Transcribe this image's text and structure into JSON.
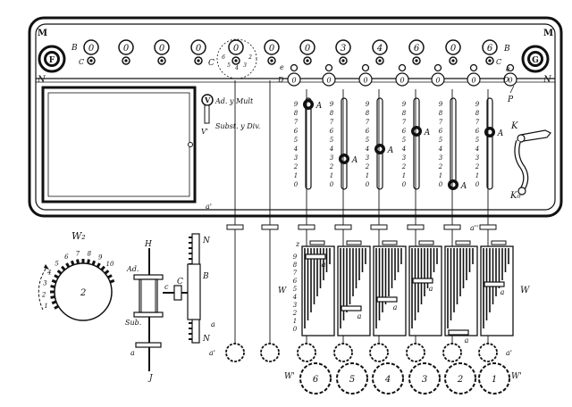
{
  "machine": {
    "corner_labels": {
      "left": "M",
      "right": "M"
    },
    "left_knob_letter": "F",
    "right_knob_letter": "G",
    "edge_labels": {
      "left": "N",
      "right": "N"
    },
    "result_dials": [
      "0",
      "0",
      "0",
      "0",
      "0",
      "0",
      "0",
      "0",
      "3",
      "4",
      "6",
      "0",
      "6"
    ],
    "dial_row_labels": {
      "left_b": "B",
      "left_c": "C",
      "mid_c": "C",
      "right_b": "B",
      "right_c": "C"
    },
    "small_dials": [
      "0",
      "0",
      "0",
      "0",
      "0",
      "0",
      "0",
      "0"
    ],
    "small_dial_labels": {
      "e_left": "e",
      "d_left": "D",
      "e_right": "e",
      "d_right": "D",
      "p": "P"
    },
    "mode_switch": {
      "letter": "V",
      "letter_alt": "V'",
      "add_mult": "Ad. y Mult",
      "sub_div": "Subst. y Div."
    },
    "slot_digits": [
      "9",
      "8",
      "7",
      "6",
      "5",
      "4",
      "3",
      "2",
      "1",
      "0"
    ],
    "slider_label": "A",
    "crank_labels": {
      "k": "K",
      "k0": "K₀"
    }
  },
  "mechanism": {
    "gear_w2_label": "W₂",
    "gear_w2_center": "2",
    "gear_w2_digits": [
      "1",
      "2",
      "3",
      "4",
      "5",
      "6",
      "7",
      "8",
      "9",
      "10"
    ],
    "axle_labels": {
      "h": "H",
      "ad": "Ad.",
      "sub": "Sub.",
      "a": "a",
      "j": "J",
      "c": "c",
      "C": "C"
    },
    "gear_n_label": "N",
    "gear_n_label_bottom": "N",
    "gear_b_label": "B",
    "rod_labels": {
      "a_prime": "a'",
      "a_double": "a''",
      "w": "W",
      "a": "a",
      "z": "z"
    },
    "drum_digits": [
      "9",
      "8",
      "7",
      "6",
      "5",
      "4",
      "3",
      "2",
      "1",
      "0"
    ],
    "drum_label": "W",
    "drum_small_label": "a",
    "pinion_labels": {
      "a_prime": "a'",
      "a_left": "a'",
      "w_prime_left": "W'",
      "w_prime_right": "W'"
    },
    "counting_wheels": [
      "6",
      "5",
      "4",
      "3",
      "2",
      "1"
    ]
  }
}
